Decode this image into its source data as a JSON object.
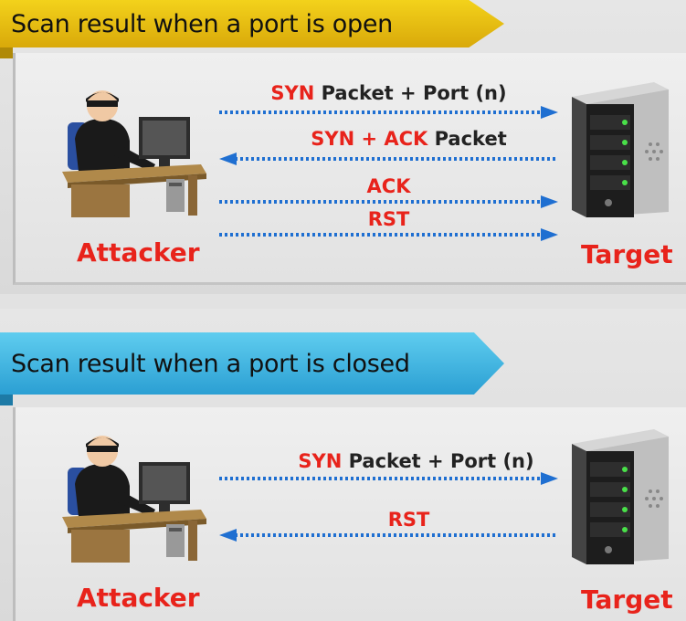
{
  "colors": {
    "accent_red": "#e8231b",
    "arrow_blue": "#1f6fd1",
    "banner_yellow": "#f3d21b",
    "banner_blue": "#3db5e6"
  },
  "open_section": {
    "title": "Scan result when a port is open",
    "attacker_label": "Attacker",
    "target_label": "Target",
    "messages": [
      {
        "red": "SYN",
        "dark": " Packet + Port (n)",
        "direction": "right"
      },
      {
        "red": "SYN + ACK",
        "dark": " Packet",
        "direction": "left"
      },
      {
        "red": "ACK",
        "dark": "",
        "direction": "right"
      },
      {
        "red": "RST",
        "dark": "",
        "direction": "right"
      }
    ]
  },
  "closed_section": {
    "title": "Scan result when a port is closed",
    "attacker_label": "Attacker",
    "target_label": "Target",
    "messages": [
      {
        "red": "SYN",
        "dark": " Packet + Port (n)",
        "direction": "right"
      },
      {
        "red": "RST",
        "dark": "",
        "direction": "left"
      }
    ]
  },
  "icons": {
    "attacker": "hacker-at-computer-icon",
    "target": "server-tower-icon"
  }
}
